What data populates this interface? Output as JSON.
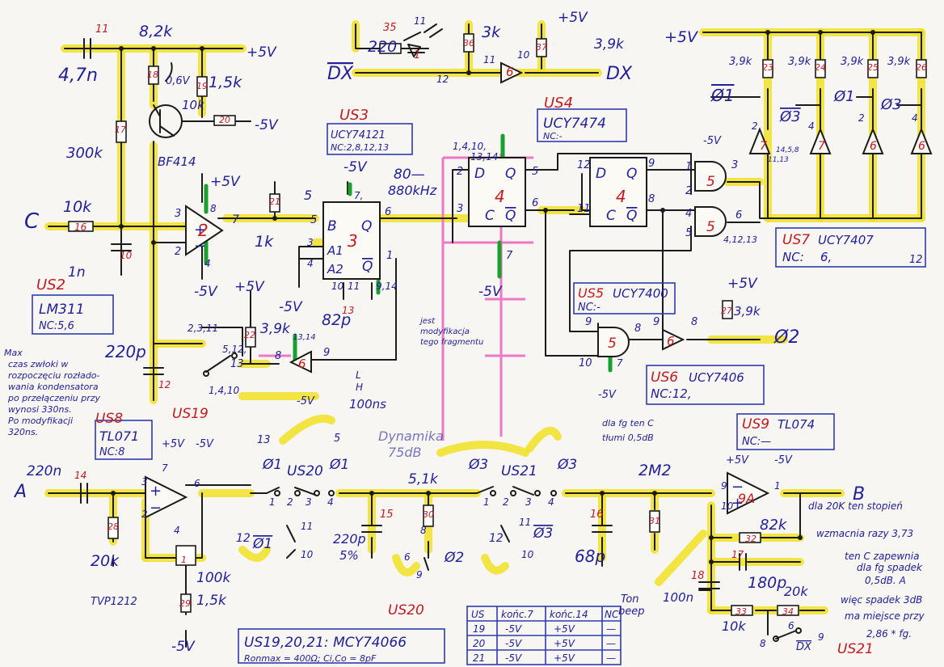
{
  "chips": {
    "us2": {
      "name": "US2",
      "type": "LM311",
      "nc": "NC:5,6"
    },
    "us3": {
      "name": "US3",
      "type": "UCY74121",
      "nc": "NC:2,8,12,13"
    },
    "us4": {
      "name": "US4",
      "type": "UCY7474",
      "nc": "NC:-"
    },
    "us5": {
      "name": "US5",
      "type": "UCY7400",
      "nc": "NC:-"
    },
    "us6": {
      "name": "US6",
      "type": "UCY7406",
      "nc": "NC:12,"
    },
    "us7": {
      "name": "US7",
      "type": "UCY7407",
      "nc": "NC:",
      "nc_vals": "6,",
      "nc_tail": "12"
    },
    "us8": {
      "name": "US8",
      "type": "TL071",
      "nc": "NC:8"
    },
    "us9": {
      "name": "US9",
      "type": "TL074",
      "nc": "NC:—"
    },
    "us19": {
      "name": "US19"
    },
    "us20": {
      "name": "US20"
    },
    "us20b": {
      "name": "US20"
    },
    "us21": {
      "name": "US21"
    },
    "us21b": {
      "name": "US21"
    }
  },
  "values": {
    "c11": "4,7n",
    "r17": "300k",
    "r18": "8,2k",
    "r19": "1,5k",
    "r20": "10k",
    "v06": "0,6V",
    "bf414": "BF414",
    "r16": "10k",
    "c10": "1n",
    "r21": "1k",
    "c12": "220p",
    "r22": "3,9k",
    "c13": "82p",
    "r35": "220",
    "r36": "3k",
    "r37": "3,9k",
    "r23": "3,9k",
    "r24": "3,9k",
    "r25": "3,9k",
    "r26": "3,9k",
    "r27": "3,9k",
    "freq": "80—\n880kHz",
    "c14": "220n",
    "r28": "20k",
    "pot": "100k",
    "r29": "1,5k",
    "tvp": "TVP1212",
    "r30": "5,1k",
    "c15": "220p",
    "c15tol": "5%",
    "r31": "2M2",
    "c16": "68p",
    "r32": "82k",
    "c17": "180p",
    "c18": "100n",
    "r33": "10k",
    "r34": "20k",
    "ns": "100ns",
    "ncvals_us7": "4,12,13"
  },
  "signals": {
    "c": "C",
    "a": "A",
    "b": "B",
    "dx_bar": "DX",
    "dx": "DX",
    "dx2": "DX",
    "phi1": "Ø1",
    "phi3": "Ø3",
    "phi1b": "Ø1",
    "phi3b": "Ø3",
    "phi2": "Ø2",
    "ton": "Ton\nbeep",
    "plus5": "+5V",
    "minus5": "-5V",
    "l": "L",
    "h": "H",
    "n5": "5",
    "n4": "4",
    "n13": "13"
  },
  "notes": {
    "max": "Max\nczas zwłoki w\nrozpoczęciu rozłado-\nwania kondensatora\npo przełączeniu przy\nwynosi 330ns.\nPo modyfikacji\n320ns.",
    "modif": "jest\nmodyfikacja\ntego fragmentu",
    "dynamika": "Dynamika\n75dB",
    "capnote": "dla fg ten C\ntłumi 0,5dB",
    "gain": "dla 20K ten stopień\nwzmacnia razy 3,73",
    "pole": "ten C zapewnia\ndla fg spadek\n0,5dB. A\nwięc spadek 3dB\nma miejsce przy\n2,86 * fg.",
    "us_ron": "US19,20,21: MCY74066",
    "ron": "Ronmax = 400Ω; Ci,Co = 8pF"
  },
  "supply_table": {
    "headers": [
      "US",
      "końc.7",
      "końc.14",
      "NC"
    ],
    "rows": [
      [
        "19",
        "-5V",
        "+5V",
        "—"
      ],
      [
        "20",
        "-5V",
        "+5V",
        "—"
      ],
      [
        "21",
        "-5V",
        "+5V",
        "—"
      ]
    ]
  },
  "colors": {
    "ink": "#21209a",
    "red": "#c6191f",
    "highlight": "#f1e224",
    "green": "#1aa02e",
    "pink": "#ec78c6",
    "wire": "#1b1b1b"
  }
}
